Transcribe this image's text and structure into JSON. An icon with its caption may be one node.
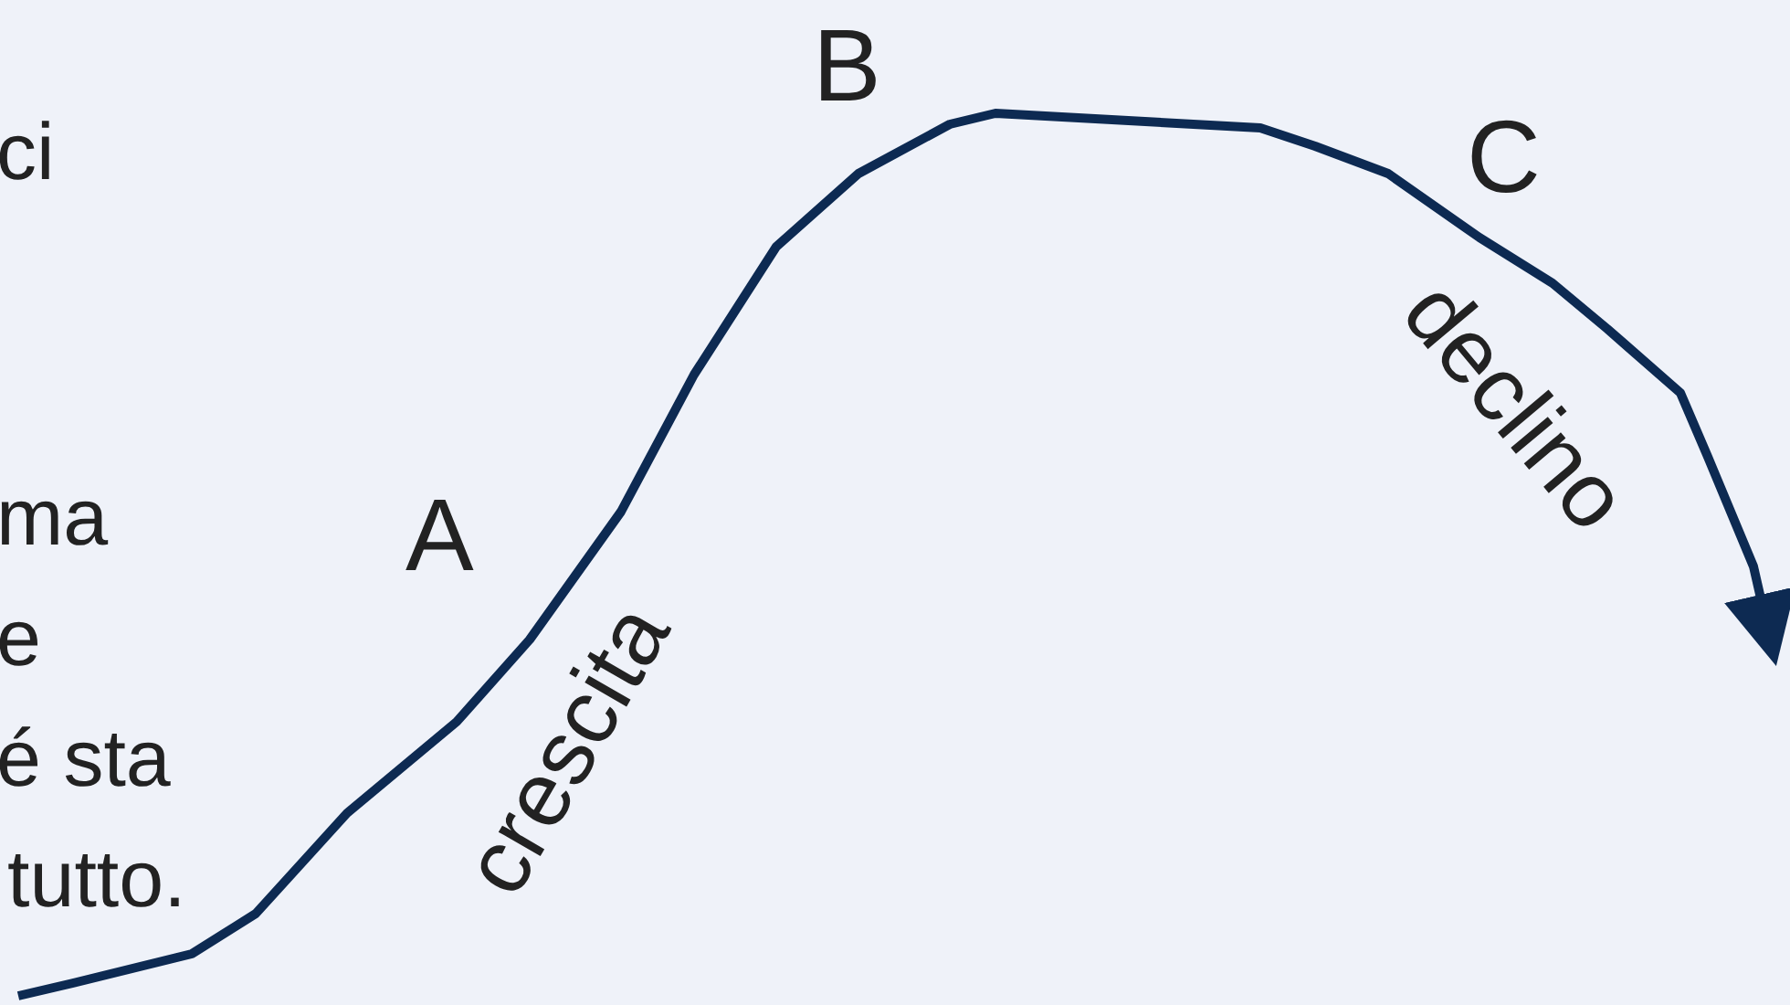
{
  "diagram": {
    "labels": [
      "ci",
      "ma",
      "e",
      "é sta",
      "tutto.",
      "A",
      "B",
      "C",
      "crescita",
      "declino"
    ]
  }
}
